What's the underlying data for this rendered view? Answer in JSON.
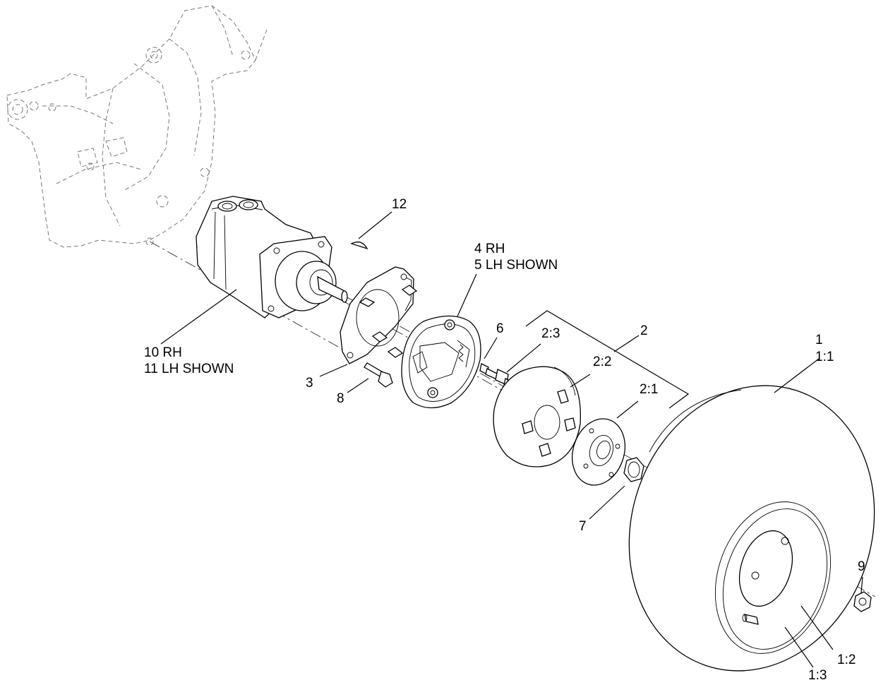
{
  "labels": {
    "l1": "1",
    "l1_1": "1:1",
    "l1_2": "1:2",
    "l1_3": "1:3",
    "l2": "2",
    "l2_1": "2:1",
    "l2_2": "2:2",
    "l2_3": "2:3",
    "l3": "3",
    "l4": "4 RH",
    "l5": "5 LH SHOWN",
    "l6": "6",
    "l7": "7",
    "l8": "8",
    "l9": "9",
    "l10": "10 RH",
    "l11": "11 LH SHOWN",
    "l12": "12"
  }
}
